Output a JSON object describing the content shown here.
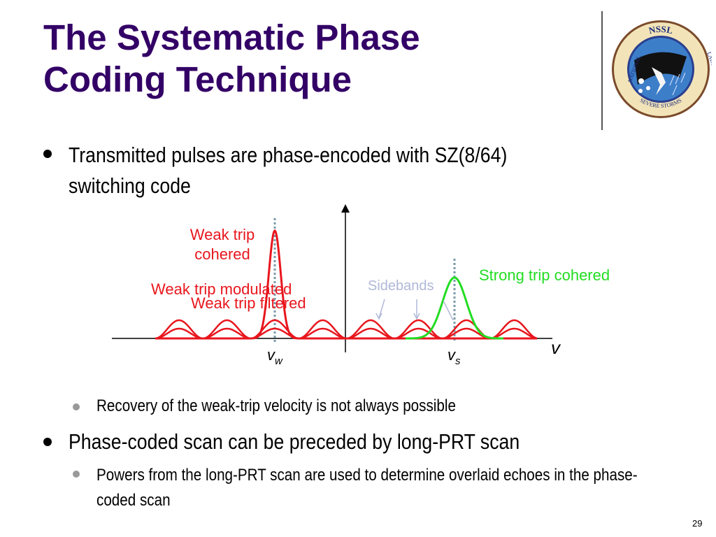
{
  "slide": {
    "title_line1": "The Systematic Phase",
    "title_line2": "Coding Technique",
    "page_number": "29"
  },
  "logo": {
    "name": "nssl-logo-icon",
    "ring_text_top": "NSSL",
    "ring_text_left": "NATIONAL",
    "ring_text_bottom": "SEVERE STORMS",
    "ring_text_right": "LABORATORY"
  },
  "bullets": {
    "b1": "Transmitted pulses are phase-encoded with SZ(8/64) switching code",
    "b2": "Recovery of the weak-trip velocity is not always possible",
    "b3": "Phase-coded scan can be preceded by long-PRT scan",
    "b4": "Powers from the long-PRT scan are used to determine overlaid echoes in the phase-coded scan"
  },
  "diagram": {
    "label_weak_cohered_1": "Weak trip",
    "label_weak_cohered_2": "cohered",
    "label_weak_modulated": "Weak trip modulated",
    "label_weak_filtered": "Weak trip filtered",
    "label_sidebands": "Sidebands",
    "label_strong_cohered": "Strong trip cohered",
    "axis_v": "v",
    "vw_main": "v",
    "vw_sub": "w",
    "vs_main": "v",
    "vs_sub": "s",
    "colors": {
      "weak": "#e8161d",
      "strong": "#22dd22",
      "sidebands": "#b0b8d8",
      "marker": "#7a9aaa",
      "axis": "#000000"
    }
  }
}
